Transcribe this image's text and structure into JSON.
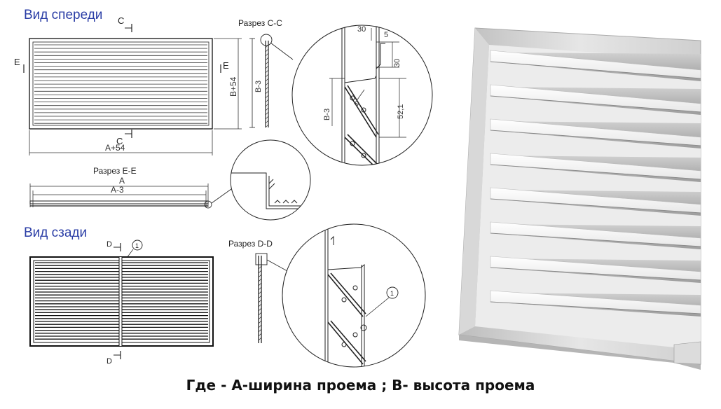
{
  "views": {
    "front_title": "Вид спереди",
    "back_title": "Вид сзади"
  },
  "sections": {
    "cc": "Разрез C-C",
    "ee": "Разрез E-E",
    "dd": "Разрез D-D"
  },
  "markers": {
    "c": "C",
    "e": "E",
    "d": "D",
    "callout_1": "1"
  },
  "dimensions": {
    "a_plus_54": "A+54",
    "b_plus_54": "B+54",
    "b_minus_3": "B-3",
    "a": "A",
    "a_minus_3": "A-3",
    "d30a": "30",
    "d5": "5",
    "d30b": "30",
    "d52": "52,1",
    "d1": "1"
  },
  "caption": "Где - А-ширина проема ; В- высота проема",
  "colors": {
    "title_blue": "#2b3ea6",
    "line": "#222222",
    "dim": "#333333",
    "louver_light": "#f4f4f4",
    "louver_shadow": "#c9c9c9"
  }
}
